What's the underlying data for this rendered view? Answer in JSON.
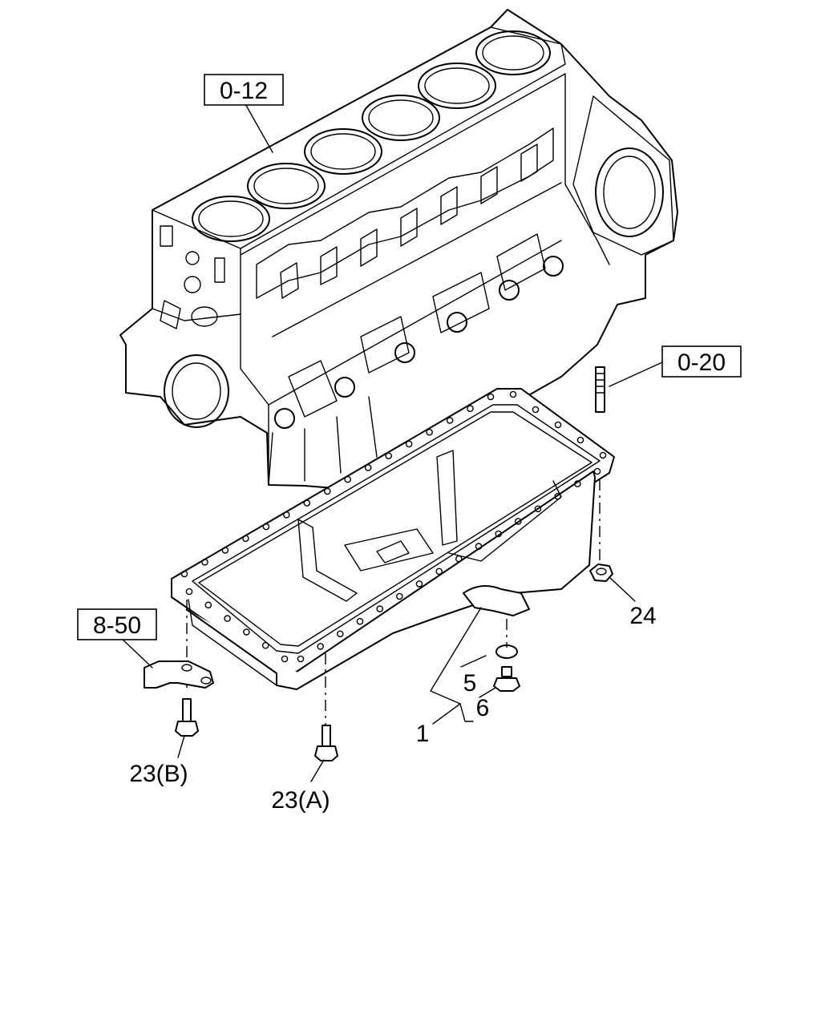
{
  "references": {
    "engine_block": "0-12",
    "stud_ref": "0-20",
    "bracket_ref": "8-50"
  },
  "callouts": {
    "oil_pan": "1",
    "gasket_ring": "5",
    "drain_plug": "6",
    "bolt_a": "23(A)",
    "bolt_b": "23(B)",
    "nut": "24"
  }
}
